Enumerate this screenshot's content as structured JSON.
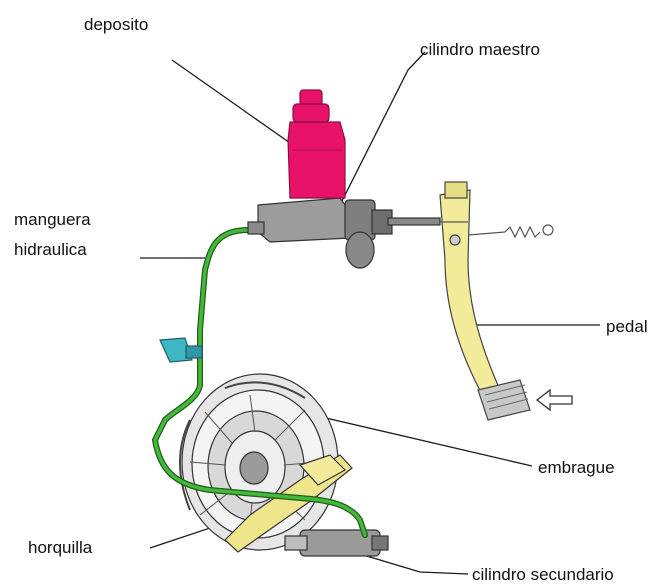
{
  "labels": {
    "deposito": "deposito",
    "cilindro_maestro": "cilindro maestro",
    "manguera_1": "manguera",
    "manguera_2": "hidraulica",
    "pedal": "pedal",
    "embrague": "embrague",
    "horquilla": "horquilla",
    "cilindro_secundario": "cilindro secundario"
  },
  "colors": {
    "reservoir": "#e8126a",
    "hose": "#44b83a",
    "pedal": "#f2ec9a",
    "fork": "#efe58a",
    "bracket": "#3fb6c4",
    "metal": "#8a8a8a",
    "line": "#1a1a1a"
  }
}
